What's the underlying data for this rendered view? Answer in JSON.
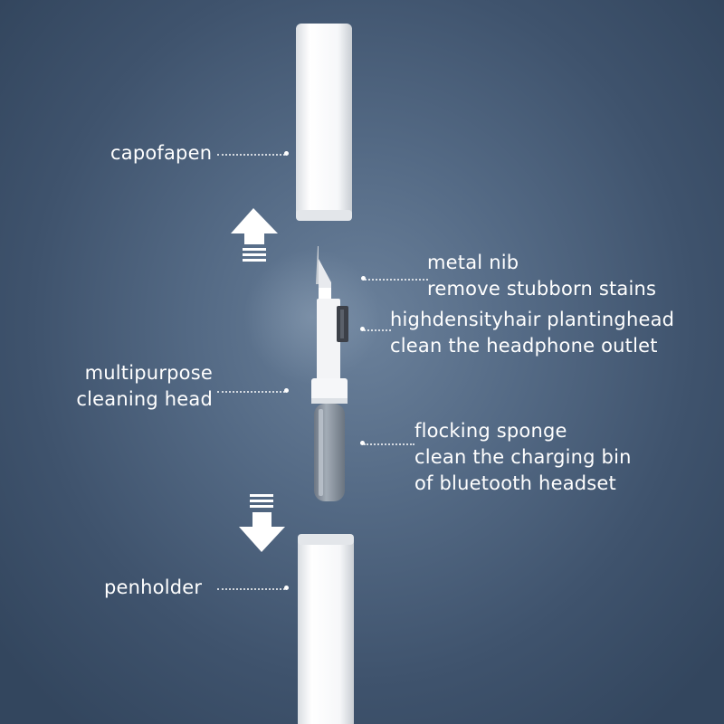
{
  "labels": {
    "cap": "capofapen",
    "nib_title": "metal nib",
    "nib_desc": "remove stubborn stains",
    "brush_title": "highdensityhair plantinghead",
    "brush_desc": "clean the headphone outlet",
    "head_line1": "multipurpose",
    "head_line2": "cleaning head",
    "sponge_title": "flocking sponge",
    "sponge_desc1": "clean the charging bin",
    "sponge_desc2": "of bluetooth headset",
    "holder": "penholder"
  },
  "icons": {
    "up": "arrow-up-icon",
    "down": "arrow-down-icon"
  },
  "colors": {
    "background": "#4b5f7a",
    "pen_body": "#f4f5f7",
    "sponge": "#8c96a1"
  }
}
